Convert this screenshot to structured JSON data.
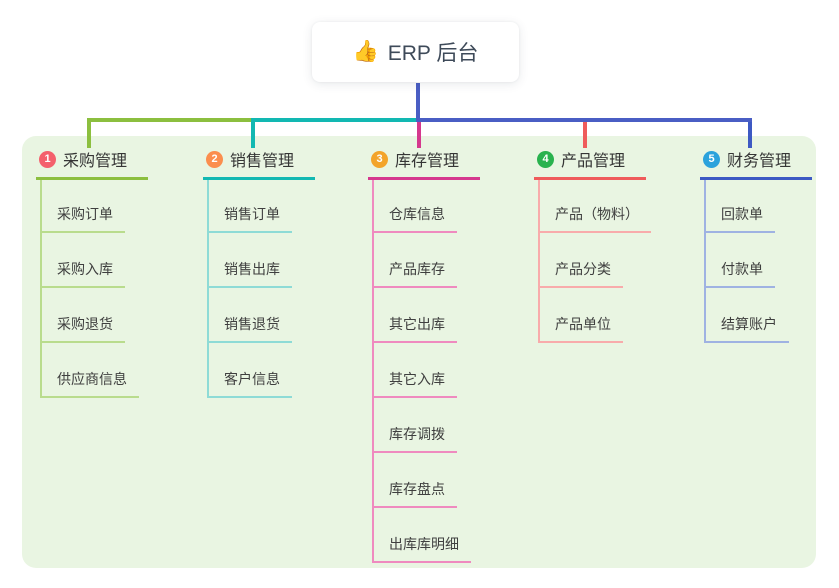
{
  "root": {
    "label": "ERP 后台",
    "icon": "👍",
    "icon_name": "thumbs-up-icon",
    "line_color": "#4a5ec4"
  },
  "container": {
    "background": "#e9f5e2"
  },
  "branches": [
    {
      "badge": "1",
      "label": "采购管理",
      "badge_color": "#f4606c",
      "line_color": "#8cbf3f",
      "line_light": "#b9dc8d",
      "children": [
        "采购订单",
        "采购入库",
        "采购退货",
        "供应商信息"
      ]
    },
    {
      "badge": "2",
      "label": "销售管理",
      "badge_color": "#fb8e4e",
      "line_color": "#12b8b2",
      "line_light": "#8edbd6",
      "children": [
        "销售订单",
        "销售出库",
        "销售退货",
        "客户信息"
      ]
    },
    {
      "badge": "3",
      "label": "库存管理",
      "badge_color": "#f3a42a",
      "line_color": "#d5388e",
      "line_light": "#ef8abf",
      "children": [
        "仓库信息",
        "产品库存",
        "其它出库",
        "其它入库",
        "库存调拨",
        "库存盘点",
        "出库库明细"
      ]
    },
    {
      "badge": "4",
      "label": "产品管理",
      "badge_color": "#29b24e",
      "line_color": "#ef5b5b",
      "line_light": "#f8abab",
      "children": [
        "产品（物料）",
        "产品分类",
        "产品单位"
      ]
    },
    {
      "badge": "5",
      "label": "财务管理",
      "badge_color": "#2ba2dc",
      "line_color": "#3d59c3",
      "line_light": "#9fb2e2",
      "children": [
        "回款单",
        "付款单",
        "结算账户"
      ]
    }
  ]
}
